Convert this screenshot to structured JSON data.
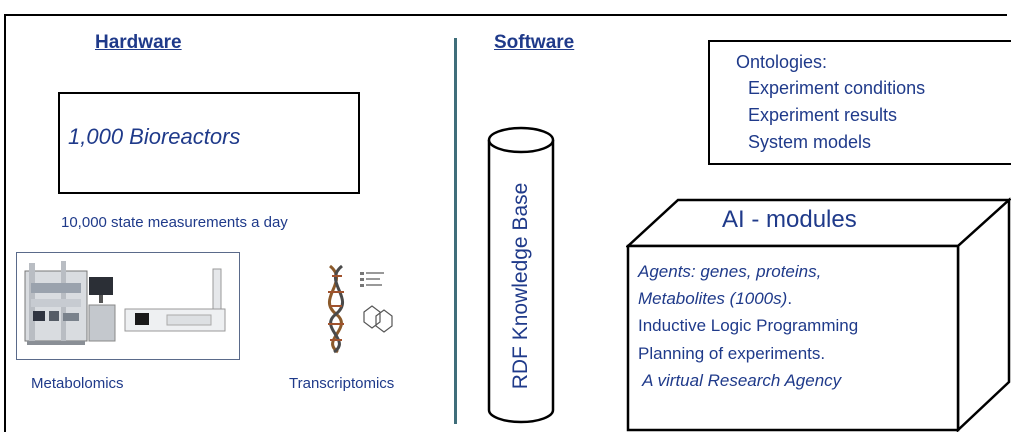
{
  "hardware": {
    "heading": "Hardware",
    "bioreactors": "1,000 Bioreactors",
    "measurements": "10,000 state measurements a day",
    "metabolomics_caption": "Metabolomics",
    "transcriptomics_caption": "Transcriptomics"
  },
  "software": {
    "heading": "Software",
    "knowledge_base": "RDF Knowledge Base",
    "ontologies": {
      "title": "Ontologies:",
      "items": [
        "Experiment conditions",
        "Experiment results",
        "System models"
      ]
    },
    "ai_modules": {
      "title": "AI - modules",
      "line1": "Agents: genes, proteins,",
      "line2a": "Metabolites (1000s)",
      "line2b": ".",
      "line3": "Inductive Logic Programming",
      "line4": "Planning of experiments.",
      "line5": " A virtual Research Agency"
    }
  },
  "colors": {
    "text": "#1f3a8a",
    "divider": "#3f6e7a",
    "border": "#000000"
  }
}
